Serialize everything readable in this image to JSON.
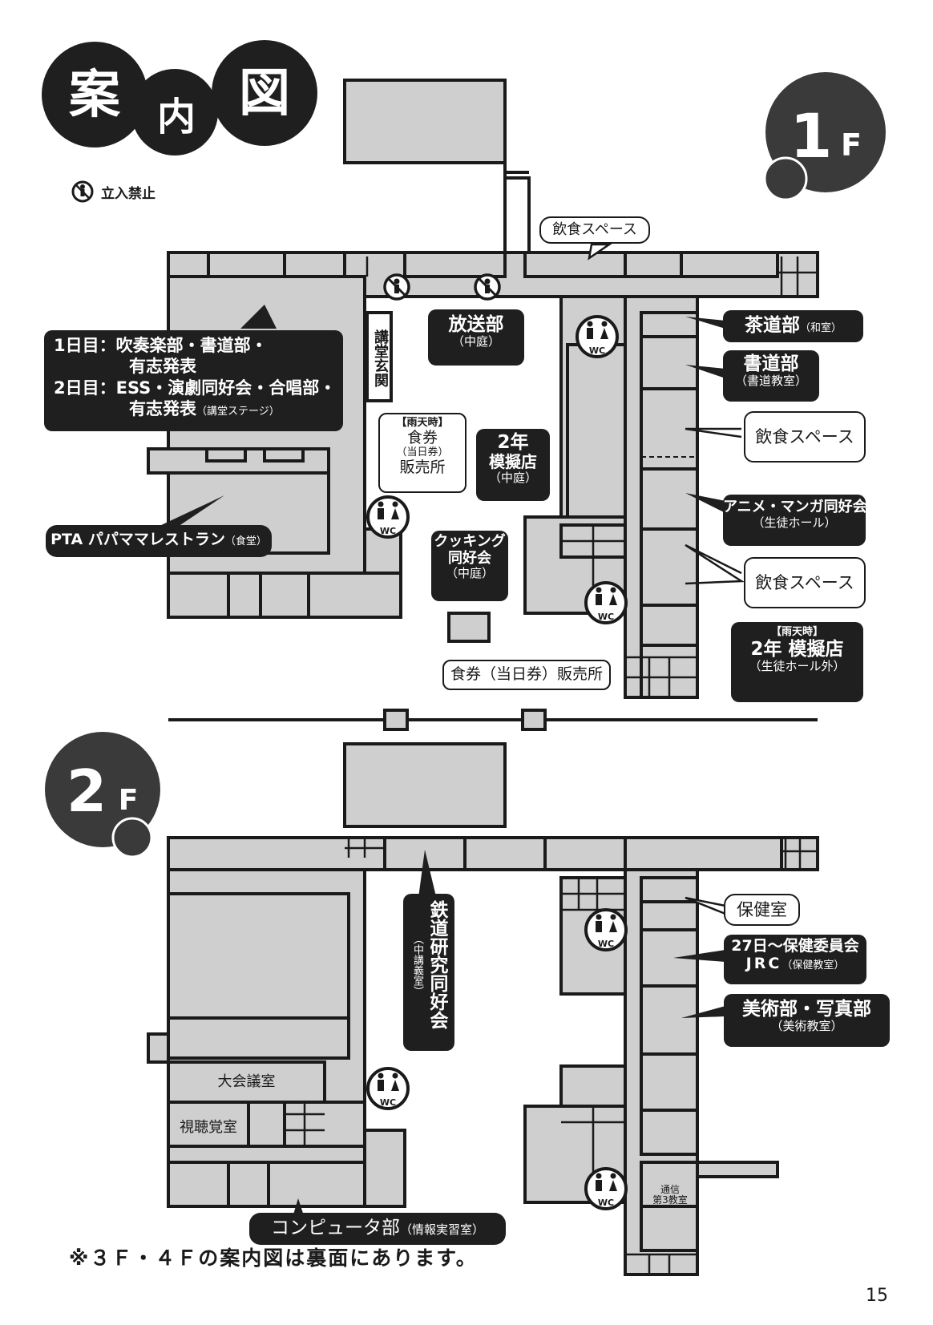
{
  "title_chars": [
    "案",
    "内",
    "図"
  ],
  "floor_1_label": "1",
  "floor_2_label": "2",
  "floor_suffix": "F",
  "legend": {
    "icon": "no-entry-icon",
    "text": "立入禁止"
  },
  "floor1": {
    "eating_space_top": "飲食スペース",
    "lecture_hall_entrance": "講堂玄関",
    "band_stage_line1": "1日目：吹奏楽部・書道部・",
    "band_stage_line2": "有志発表",
    "band_stage_line3": "2日目：ESS・演劇同好会・合唱部・",
    "band_stage_line4": "有志発表",
    "band_stage_sub": "（講堂ステージ）",
    "broadcast_title": "放送部",
    "broadcast_sub": "（中庭）",
    "rain_ticket_head": "【雨天時】",
    "rain_ticket_line1": "食券",
    "rain_ticket_line2": "（当日券）",
    "rain_ticket_line3": "販売所",
    "mock_shop_title1": "2年",
    "mock_shop_title2": "模擬店",
    "mock_shop_sub": "（中庭）",
    "cooking_title1": "クッキング",
    "cooking_title2": "同好会",
    "cooking_sub": "（中庭）",
    "pta_restaurant": "PTA パパママレストラン",
    "pta_sub": "（食堂）",
    "ticket_booth": "食券（当日券）販売所",
    "tea_ceremony": "茶道部",
    "tea_ceremony_sub": "（和室）",
    "calligraphy": "書道部",
    "calligraphy_sub": "（書道教室）",
    "eating_space_mid": "飲食スペース",
    "anime_manga": "アニメ・マンガ同好会",
    "anime_manga_sub": "（生徒ホール）",
    "eating_space_low": "飲食スペース",
    "rain_mock_head": "【雨天時】",
    "rain_mock_title": "2年 模擬店",
    "rain_mock_sub": "（生徒ホール外）",
    "wc": "WC"
  },
  "floor2": {
    "railway_title": "鉄道研究同好会",
    "railway_sub": "（中講義室）",
    "infirmary": "保健室",
    "health_committee_line1": "27日～保健委員会",
    "health_committee_line2": "JRC",
    "health_committee_sub": "（保健教室）",
    "art_photo": "美術部・写真部",
    "art_photo_sub": "（美術教室）",
    "conference_room": "大会議室",
    "av_room": "視聴覚室",
    "comm_room_line1": "通信",
    "comm_room_line2": "第3教室",
    "computer_club": "コンピュータ部",
    "computer_sub": "（情報実習室）",
    "wc": "WC"
  },
  "footer_note": "※３Ｆ・４Ｆの案内図は裏面にあります。",
  "page_number": "15",
  "colors": {
    "room_fill": "#cfcfcf",
    "line": "#1a1a1a",
    "dark_badge": "#1f1f1f",
    "floor_badge": "#3a3a3a"
  }
}
